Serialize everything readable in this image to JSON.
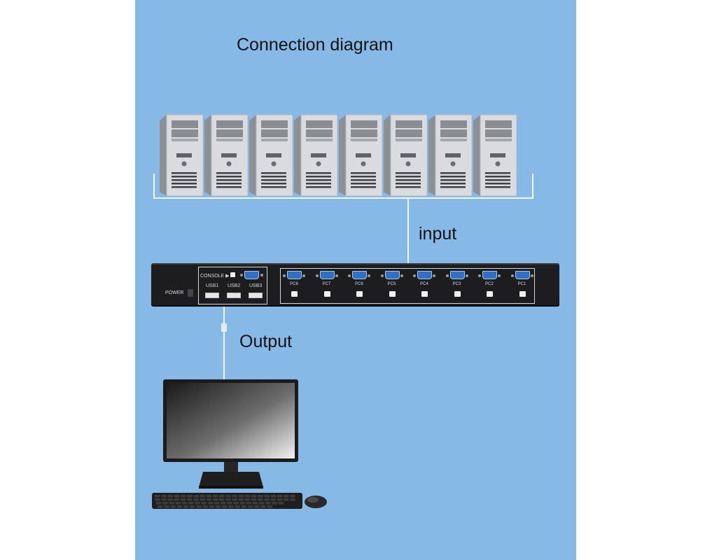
{
  "title": "Connection diagram",
  "labels": {
    "input": "input",
    "output": "Output"
  },
  "kvm": {
    "console": "CONSOLE ▶",
    "power": "POWER",
    "usb_ports": [
      "USB1",
      "USB2",
      "USB3"
    ],
    "pc_ports": [
      "PC8",
      "PC7",
      "PC6",
      "PC5",
      "PC4",
      "PC3",
      "PC2",
      "PC1"
    ]
  },
  "colors": {
    "background": "#87b9e6",
    "wire": "#f2f6fb",
    "kvm_body": "#1d1d1f",
    "vga_port": "#2f6fc4"
  },
  "icons": [
    "computer-tower-icon",
    "kvm-switch-icon",
    "monitor-icon",
    "keyboard-icon",
    "mouse-icon"
  ]
}
